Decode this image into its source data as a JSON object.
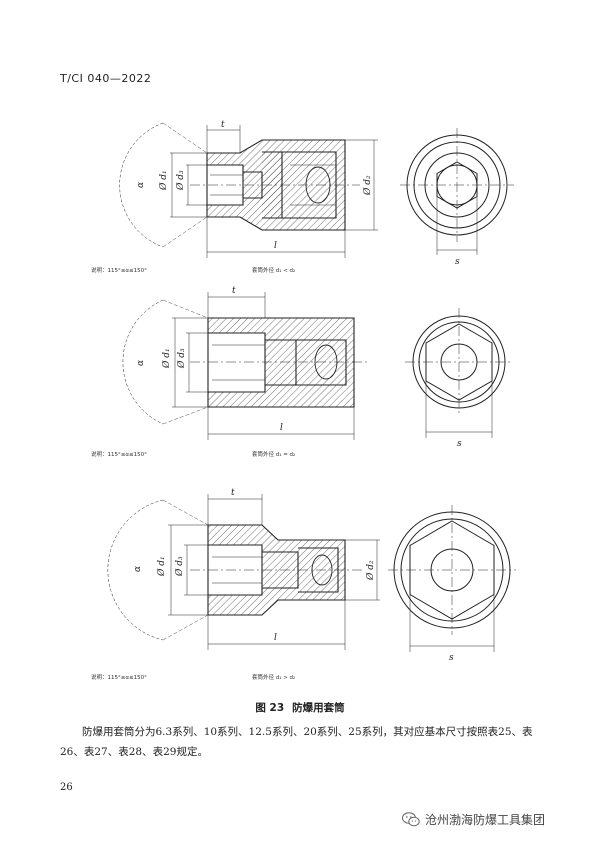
{
  "header": {
    "standard_code": "T/CI 040—2022"
  },
  "figures": [
    {
      "note_left": "说明：115°≤α≤150°",
      "note_right": "套筒外径 d₁ < d₂",
      "t": "t",
      "l": "l",
      "s": "s",
      "d1": "Ø d₁",
      "d3": "Ø d₃",
      "d2": "Ø d₂",
      "alpha": "α"
    },
    {
      "note_left": "说明：115°≤α≤150°",
      "note_right": "套筒外径 d₁ = d₂",
      "t": "t",
      "l": "l",
      "s": "s",
      "d1": "Ø d₁",
      "d3": "Ø d₃",
      "d2": "",
      "alpha": "α"
    },
    {
      "note_left": "说明：115°≤α≤150°",
      "note_right": "套筒外径 d₁ > d₂",
      "t": "t",
      "l": "l",
      "s": "s",
      "d1": "Ø d₁",
      "d3": "Ø d₃",
      "d2": "Ø d₂",
      "alpha": "α"
    }
  ],
  "caption": {
    "number": "图 23",
    "title": "防爆用套筒"
  },
  "body_text": "防爆用套筒分为6.3系列、10系列、12.5系列、20系列、25系列，其对应基本尺寸按照表25、表26、表27、表28、表29规定。",
  "page_number": "26",
  "watermark": {
    "text": "沧州渤海防爆工具集团",
    "icon": "wechat-icon"
  }
}
